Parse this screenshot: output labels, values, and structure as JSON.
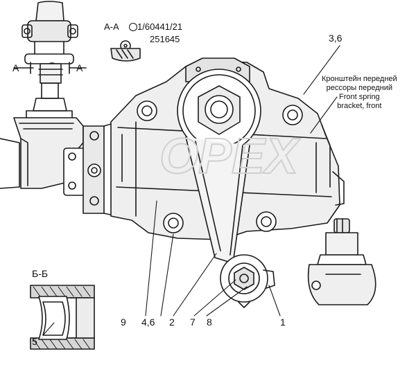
{
  "section_aa": {
    "title": "А-А",
    "part_number_1": "1/60441/21",
    "part_number_2": "251645"
  },
  "section_bb": {
    "title": "Б-Б"
  },
  "section_marks": {
    "left": "А",
    "right": "А"
  },
  "annotation": {
    "ru_line1": "Кронштейн передней",
    "ru_line2": "рессоры передний",
    "en_line1": "Front spring",
    "en_line2": "bracket, front"
  },
  "callouts": {
    "c36": "3,6",
    "c9": "9",
    "c46": "4,6",
    "c2": "2",
    "c7": "7",
    "c8": "8",
    "c1": "1",
    "c5": "5"
  },
  "watermark": "OPEX",
  "colors": {
    "line": "#1a1a1a",
    "fill_light": "#e9e9e9",
    "fill_mid": "#c8c8c8",
    "watermark": "#d0d0d0"
  }
}
